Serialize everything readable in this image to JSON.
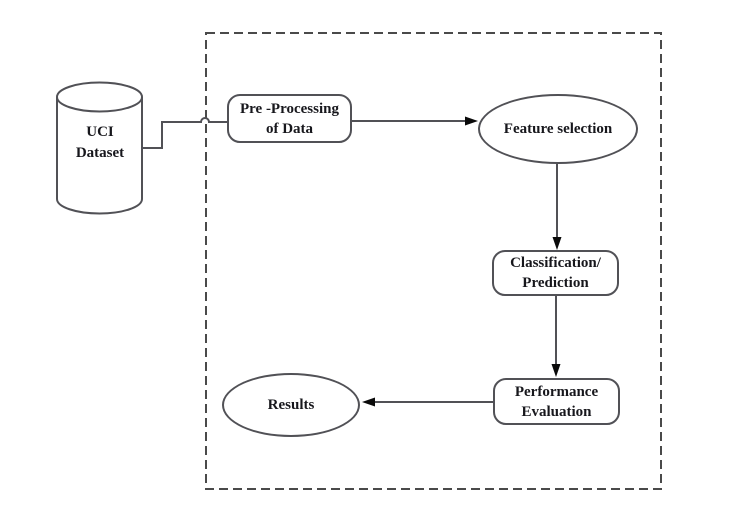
{
  "colors": {
    "line": "#515156",
    "boundary": "#4a4a4a",
    "arrow": "#0a0a0a",
    "text": "#17171c",
    "node-bg": "#ffffff",
    "bg": "#ffffff"
  },
  "diagram": {
    "nodes": {
      "uci_dataset": {
        "line1": "UCI",
        "line2": "Dataset",
        "shape": "cylinder"
      },
      "preprocessing": {
        "line1": "Pre -Processing",
        "line2": "of Data",
        "shape": "rounded-rectangle"
      },
      "feature_selection": {
        "label": "Feature selection",
        "shape": "ellipse"
      },
      "classification": {
        "line1": "Classification/",
        "line2": "Prediction",
        "shape": "rounded-rectangle"
      },
      "performance": {
        "line1": "Performance",
        "line2": "Evaluation",
        "shape": "rounded-rectangle"
      },
      "results": {
        "label": "Results",
        "shape": "ellipse"
      }
    },
    "connections": [
      {
        "from": "UCI Dataset",
        "to": "Pre -Processing of Data",
        "arrowhead": false
      },
      {
        "from": "Pre -Processing of Data",
        "to": "Feature selection",
        "arrowhead": true
      },
      {
        "from": "Feature selection",
        "to": "Classification/ Prediction",
        "arrowhead": true
      },
      {
        "from": "Classification/ Prediction",
        "to": "Performance Evaluation",
        "arrowhead": true
      },
      {
        "from": "Performance Evaluation",
        "to": "Results",
        "arrowhead": true
      }
    ],
    "boundary_style": "dashed rectangle enclosing all nodes except UCI Dataset"
  }
}
